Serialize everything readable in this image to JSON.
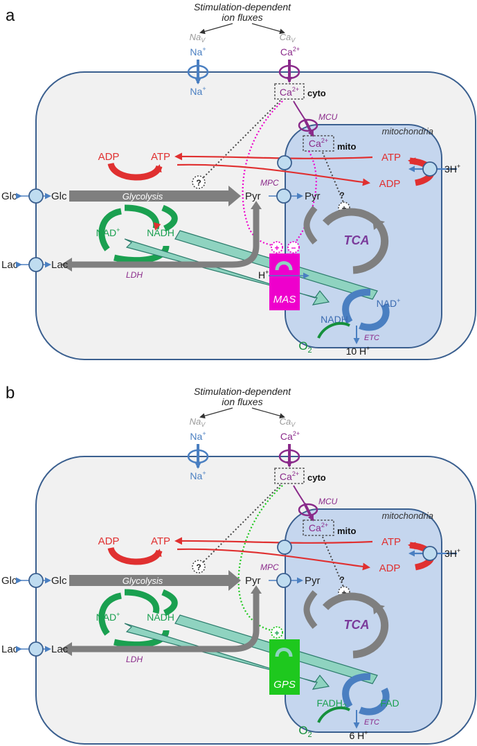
{
  "panel_a": {
    "label": "a",
    "header": {
      "line1": "Stimulation-dependent",
      "line2": "ion fluxes"
    },
    "nav": "Na",
    "nav_sub": "V",
    "cav": "Ca",
    "cav_sub": "V",
    "na_out": "Na",
    "na_out_sup": "+",
    "na_in": "Na",
    "na_in_sup": "+",
    "ca_out": "Ca",
    "ca_out_sup": "2+",
    "ca_cyto": "Ca",
    "ca_cyto_sup": "2+",
    "cyto_label": "cyto",
    "mcu": "MCU",
    "mito_title": "mitochondria",
    "ca_mito": "Ca",
    "ca_mito_sup": "2+",
    "mito_label": "mito",
    "adp_left": "ADP",
    "atp_left": "ATP",
    "atp_right": "ATP",
    "adp_right": "ADP",
    "h3": "3H",
    "h3_sup": "+",
    "glc_out": "Glc",
    "glc_in": "Glc",
    "glycolysis": "Glycolysis",
    "pyr_cyto": "Pyr",
    "mpc": "MPC",
    "pyr_mito": "Pyr",
    "question1": "?",
    "question2": "?",
    "plus_mito": "+",
    "nad_plus": "NAD",
    "nad_plus_sup": "+",
    "nadh": "NADH",
    "tca": "TCA",
    "lac_out": "Lac",
    "lac_in": "Lac",
    "ldh": "LDH",
    "shuttle_plus": "+",
    "shuttle_minus": "−",
    "h_shuttle": "H",
    "h_shuttle_sup": "+",
    "shuttle": "MAS",
    "mito_red": "NADH",
    "mito_ox": "NAD",
    "mito_ox_sup": "+",
    "o2": "O",
    "o2_sub": "2",
    "etc": "ETC",
    "h_out": "10 H",
    "h_out_sup": "+"
  },
  "panel_b": {
    "label": "b",
    "header": {
      "line1": "Stimulation-dependent",
      "line2": "ion fluxes"
    },
    "nav": "Na",
    "nav_sub": "V",
    "cav": "Ca",
    "cav_sub": "V",
    "na_out": "Na",
    "na_out_sup": "+",
    "na_in": "Na",
    "na_in_sup": "+",
    "ca_out": "Ca",
    "ca_out_sup": "2+",
    "ca_cyto": "Ca",
    "ca_cyto_sup": "2+",
    "cyto_label": "cyto",
    "mcu": "MCU",
    "mito_title": "mitochondria",
    "ca_mito": "Ca",
    "ca_mito_sup": "2+",
    "mito_label": "mito",
    "adp_left": "ADP",
    "atp_left": "ATP",
    "atp_right": "ATP",
    "adp_right": "ADP",
    "h3": "3H",
    "h3_sup": "+",
    "glc_out": "Glc",
    "glc_in": "Glc",
    "glycolysis": "Glycolysis",
    "pyr_cyto": "Pyr",
    "mpc": "MPC",
    "pyr_mito": "Pyr",
    "question1": "?",
    "question2": "?",
    "plus_mito": "+",
    "nad_plus": "NAD",
    "nad_plus_sup": "+",
    "nadh": "NADH",
    "tca": "TCA",
    "lac_out": "Lac",
    "lac_in": "Lac",
    "ldh": "LDH",
    "shuttle_plus": "+",
    "shuttle": "GPS",
    "mito_red": "FADH",
    "mito_red_sub": "2",
    "mito_ox": "FAD",
    "o2": "O",
    "o2_sub": "2",
    "etc": "ETC",
    "h_out": "6 H",
    "h_out_sup": "+"
  },
  "colors": {
    "cell_fill": "#f1f1f1",
    "cell_stroke": "#3a5f8f",
    "mito_fill": "#c5d6ee",
    "sodium_blue": "#4a7fc1",
    "calcium_purple": "#8a2a8a",
    "atp_red": "#e03030",
    "nad_green": "#1aa050",
    "flux_gray": "#7f7f7f",
    "shuttle_teal": "#8fd3c0",
    "mas_magenta": "#ee00cc",
    "gps_green": "#1ec81e",
    "o2_green": "#16903c"
  }
}
